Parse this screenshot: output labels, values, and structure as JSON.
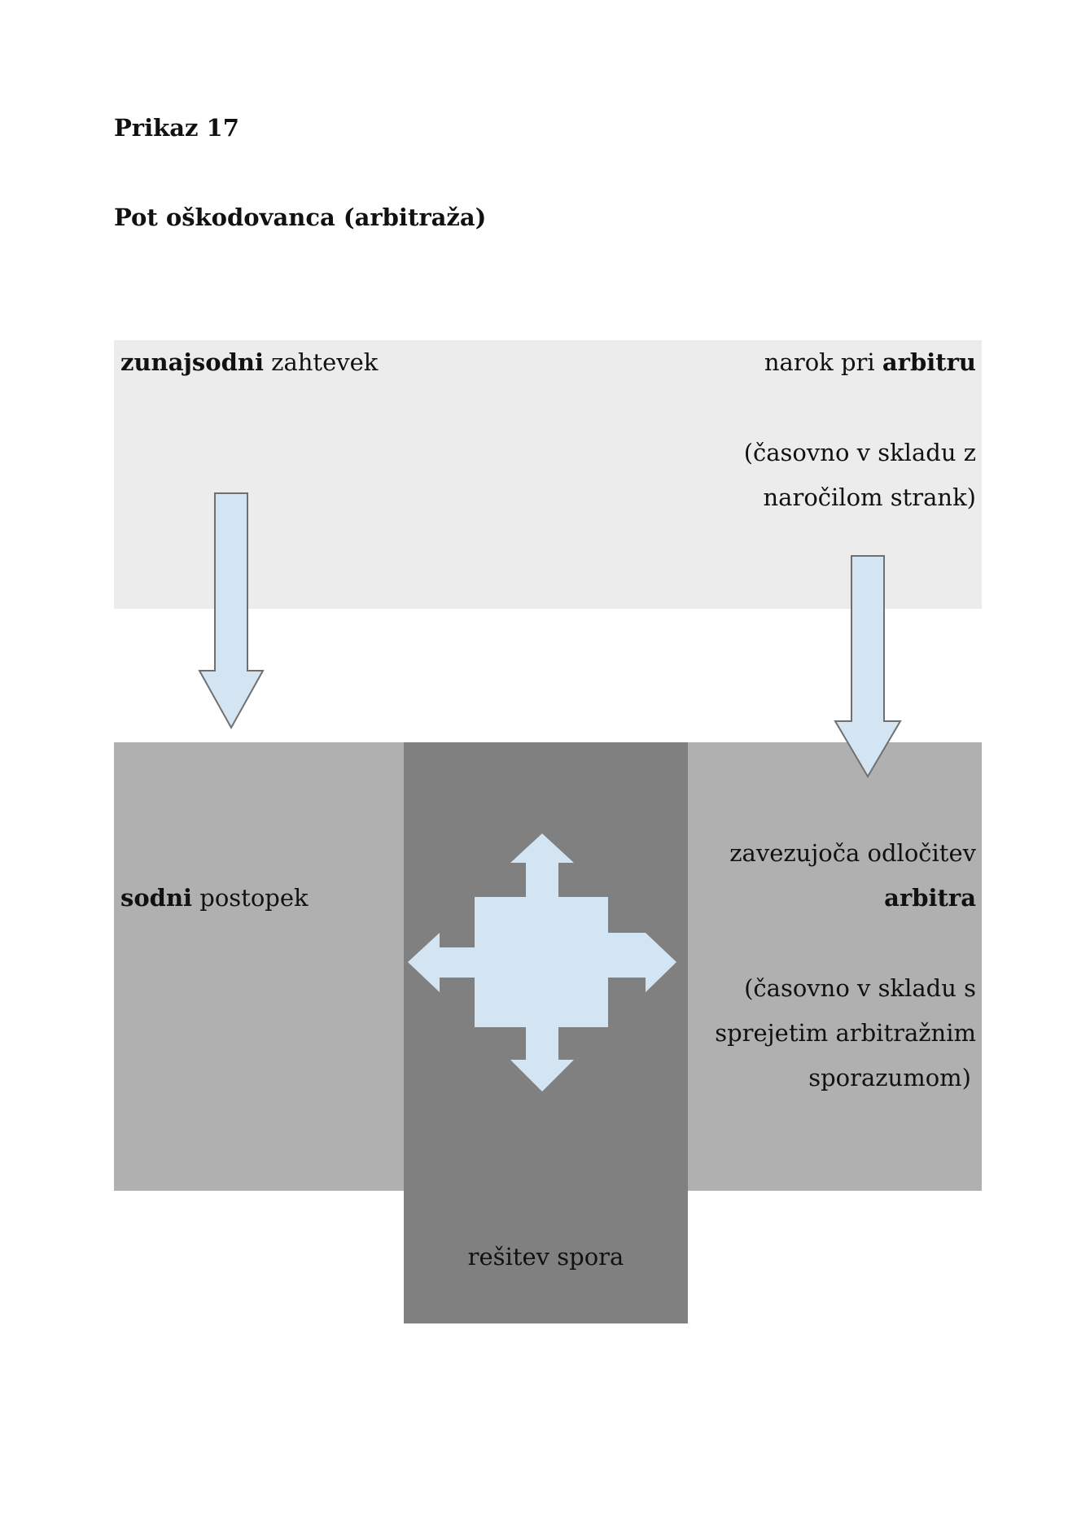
{
  "figure": {
    "number": "Prikaz 17",
    "title": "Pot oškodovanca (arbitraža)"
  },
  "top_band": {
    "left": {
      "bold": "zunajsodni",
      "text": " zahtevek"
    },
    "right": {
      "text": "narok pri ",
      "bold": "arbitru",
      "note_line1": "(časovno v skladu z",
      "note_line2": "naročilom strank)"
    }
  },
  "left_panel": {
    "bold": "sodni",
    "text": " postopek"
  },
  "right_panel": {
    "line1": "zavezujoča odločitev",
    "bold": "arbitra",
    "note_line1": "(časovno v skladu s",
    "note_line2": "sprejetim arbitražnim",
    "note_line3": "sporazumom)"
  },
  "center_panel": {
    "label": "rešitev spora"
  },
  "colors": {
    "top_band": "#ececec",
    "side_panels": "#b0b0b0",
    "center_panel": "#808080",
    "arrows": "#d3e5f3",
    "arrow_outline": "#707070"
  },
  "icons": {
    "down_arrows": "arrow-down-icon",
    "center": "four-way-arrow-icon"
  }
}
